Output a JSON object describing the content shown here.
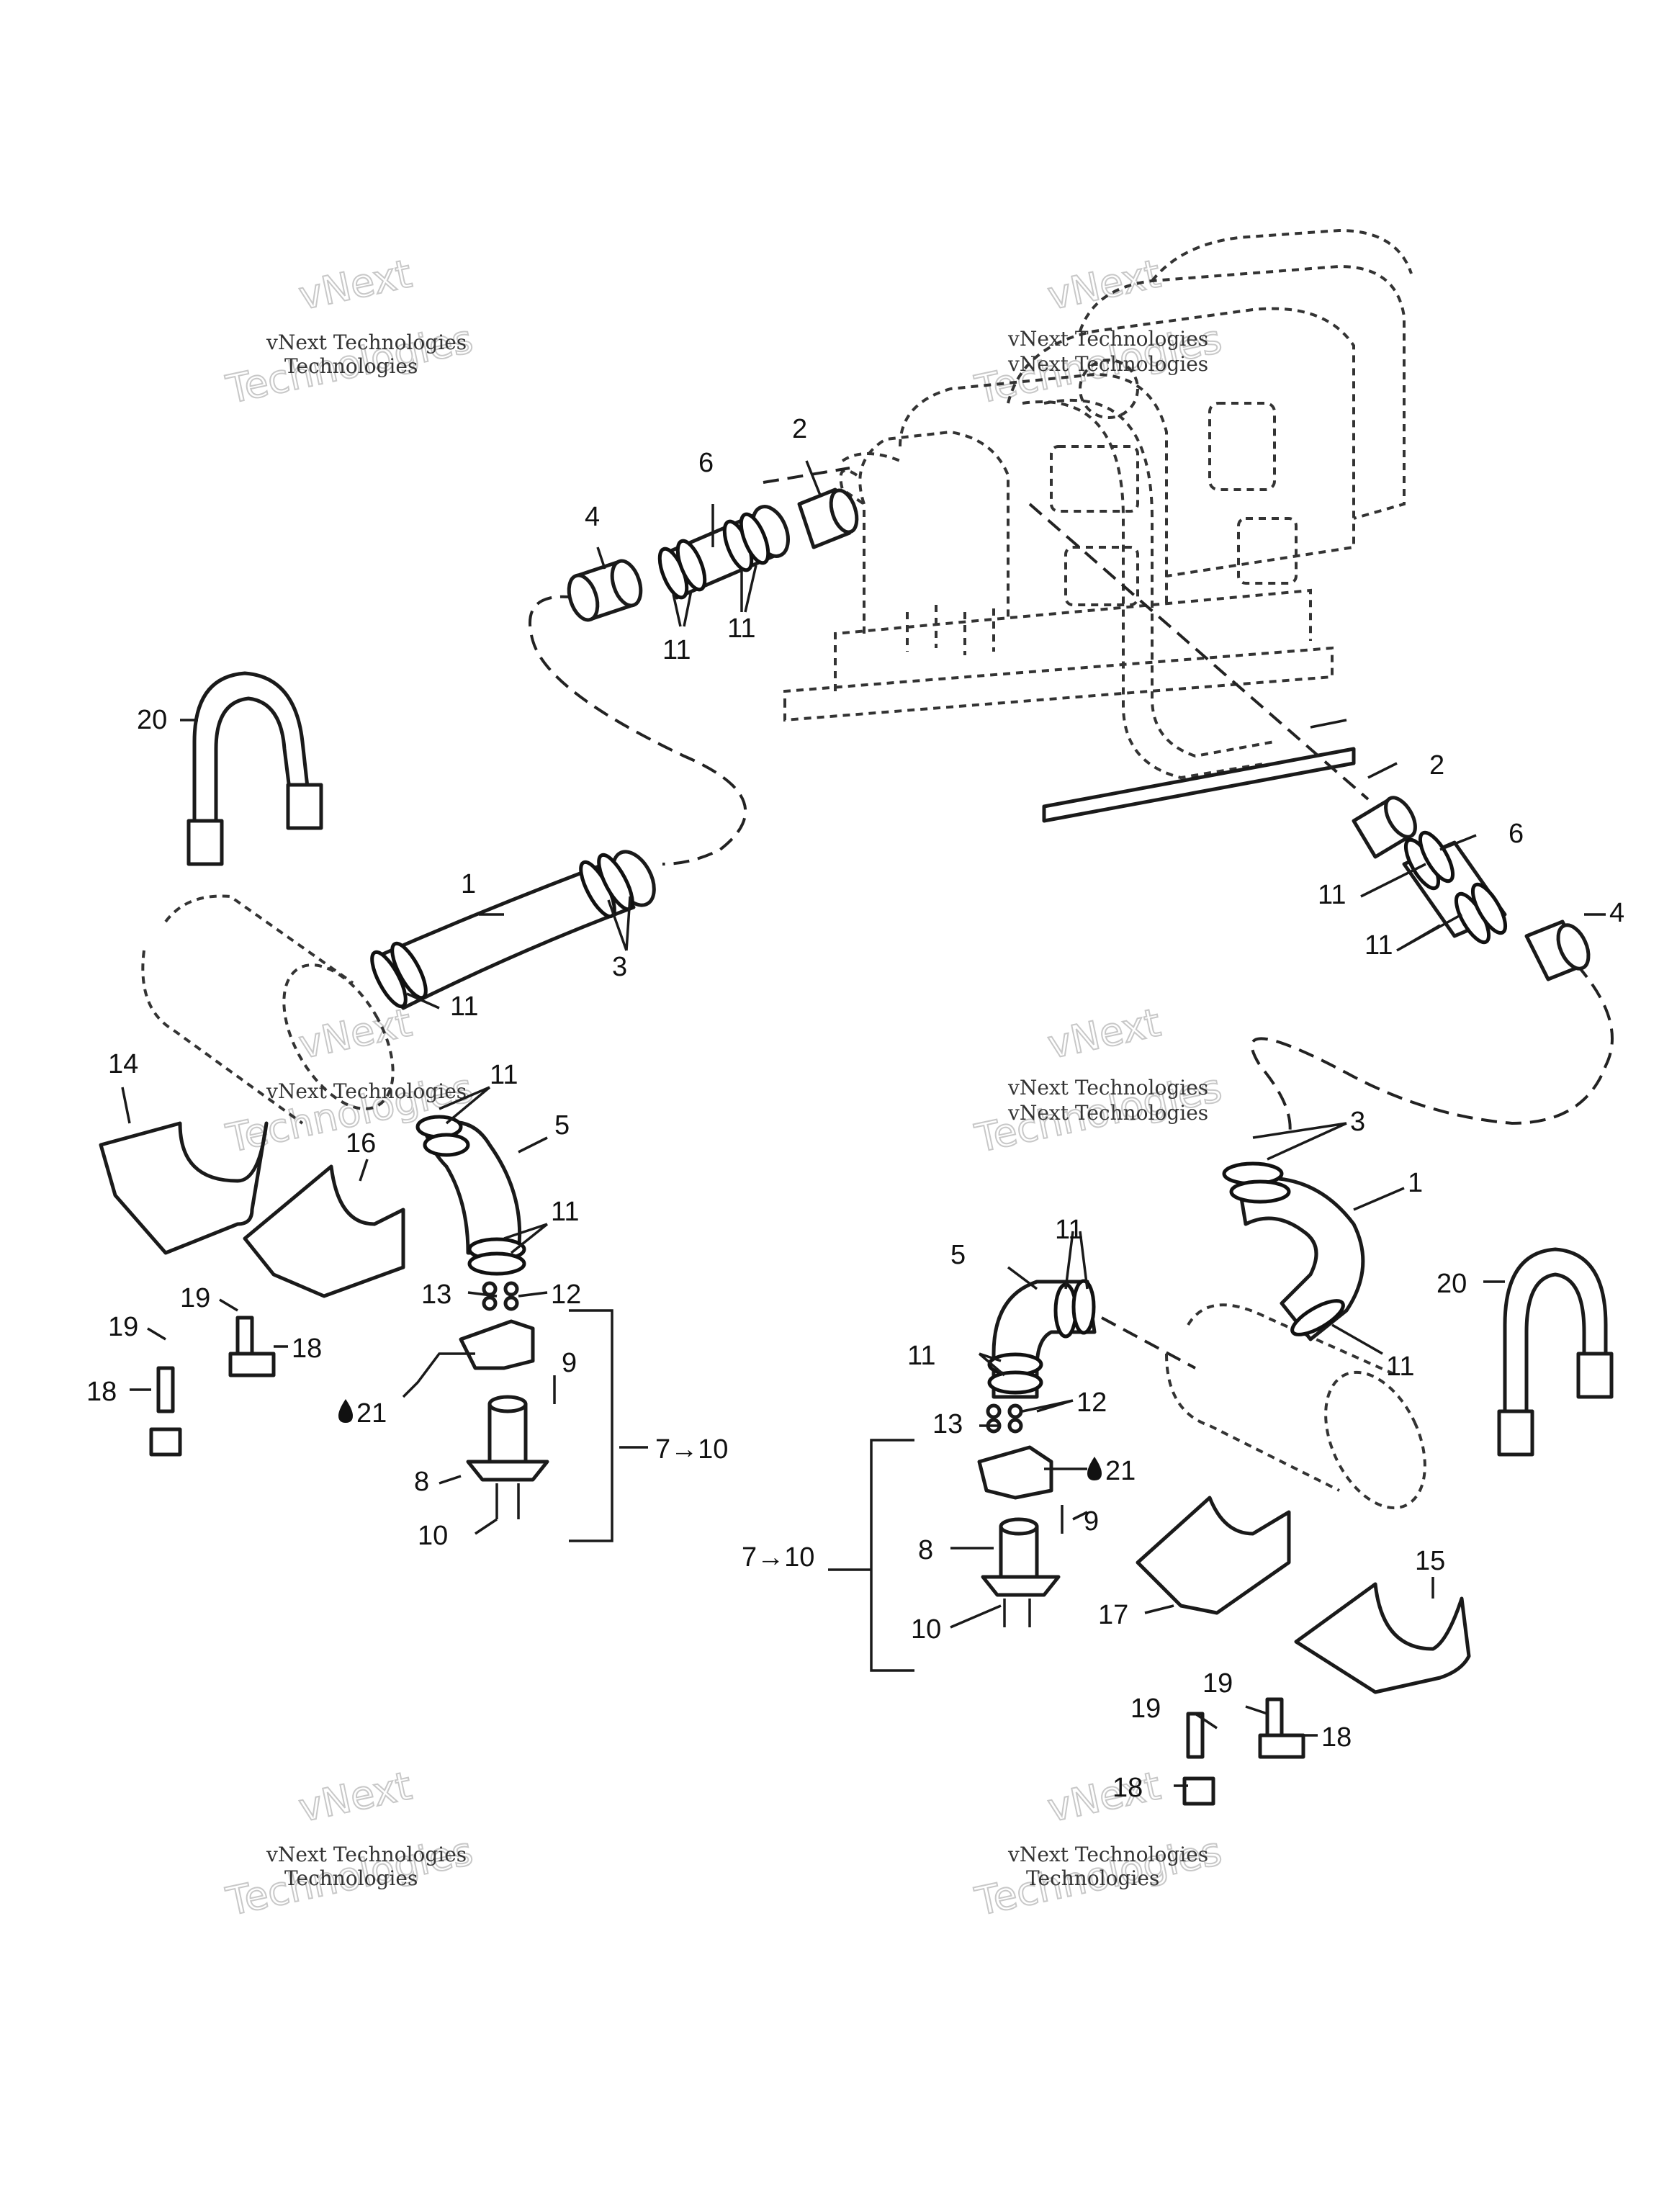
{
  "watermark": {
    "small": "vNext Technologies",
    "big_top": "vNext",
    "big_bottom": "Technologies"
  },
  "callouts": {
    "c1": "1",
    "c2": "2",
    "c3": "3",
    "c4": "4",
    "c5": "5",
    "c6": "6",
    "c7_10": "7→10",
    "c8": "8",
    "c9": "9",
    "c10": "10",
    "c11": "11",
    "c12": "12",
    "c13": "13",
    "c14": "14",
    "c15": "15",
    "c16": "16",
    "c17": "17",
    "c18": "18",
    "c19": "19",
    "c20": "20",
    "c21": "21"
  },
  "icons": {
    "sealant": "drop-icon",
    "arrow": "arrow-right-icon"
  }
}
